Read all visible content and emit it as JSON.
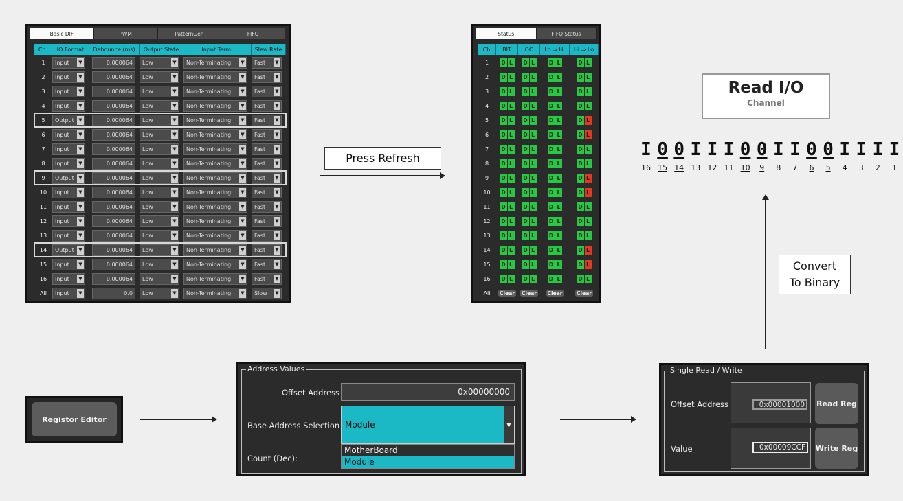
{
  "dif_panel": {
    "tabs": [
      "Basic DIF",
      "PWM",
      "PatternGen",
      "FIFO"
    ],
    "columns": [
      "Ch.",
      "IO Format",
      "Debounce (ms)",
      "Output State",
      "Input Term.",
      "Slew Rate"
    ],
    "rows": [
      {
        "ch": "1",
        "io": "Input",
        "debounce": "0.000064",
        "state": "Low",
        "term": "Non-Terminating",
        "slew": "Fast",
        "selected": false
      },
      {
        "ch": "2",
        "io": "Input",
        "debounce": "0.000064",
        "state": "Low",
        "term": "Non-Terminating",
        "slew": "Fast",
        "selected": false
      },
      {
        "ch": "3",
        "io": "Input",
        "debounce": "0.000064",
        "state": "Low",
        "term": "Non-Terminating",
        "slew": "Fast",
        "selected": false
      },
      {
        "ch": "4",
        "io": "Input",
        "debounce": "0.000064",
        "state": "Low",
        "term": "Non-Terminating",
        "slew": "Fast",
        "selected": false
      },
      {
        "ch": "5",
        "io": "Output",
        "debounce": "0.000064",
        "state": "Low",
        "term": "Non-Terminating",
        "slew": "Fast",
        "selected": true
      },
      {
        "ch": "6",
        "io": "Input",
        "debounce": "0.000064",
        "state": "Low",
        "term": "Non-Terminating",
        "slew": "Fast",
        "selected": false
      },
      {
        "ch": "7",
        "io": "Input",
        "debounce": "0.000064",
        "state": "Low",
        "term": "Non-Terminating",
        "slew": "Fast",
        "selected": false
      },
      {
        "ch": "8",
        "io": "Input",
        "debounce": "0.000064",
        "state": "Low",
        "term": "Non-Terminating",
        "slew": "Fast",
        "selected": false
      },
      {
        "ch": "9",
        "io": "Output",
        "debounce": "0.000064",
        "state": "Low",
        "term": "Non-Terminating",
        "slew": "Fast",
        "selected": true
      },
      {
        "ch": "10",
        "io": "Input",
        "debounce": "0.000064",
        "state": "Low",
        "term": "Non-Terminating",
        "slew": "Fast",
        "selected": false
      },
      {
        "ch": "11",
        "io": "Input",
        "debounce": "0.000064",
        "state": "Low",
        "term": "Non-Terminating",
        "slew": "Fast",
        "selected": false
      },
      {
        "ch": "12",
        "io": "Input",
        "debounce": "0.000064",
        "state": "Low",
        "term": "Non-Terminating",
        "slew": "Fast",
        "selected": false
      },
      {
        "ch": "13",
        "io": "Input",
        "debounce": "0.000064",
        "state": "Low",
        "term": "Non-Terminating",
        "slew": "Fast",
        "selected": false
      },
      {
        "ch": "14",
        "io": "Output",
        "debounce": "0.000064",
        "state": "Low",
        "term": "Non-Terminating",
        "slew": "Fast",
        "selected": true
      },
      {
        "ch": "15",
        "io": "Input",
        "debounce": "0.000064",
        "state": "Low",
        "term": "Non-Terminating",
        "slew": "Fast",
        "selected": false
      },
      {
        "ch": "16",
        "io": "Input",
        "debounce": "0.000064",
        "state": "Low",
        "term": "Non-Terminating",
        "slew": "Fast",
        "selected": false
      },
      {
        "ch": "All",
        "io": "Input",
        "debounce": "0.0",
        "state": "Low",
        "term": "Non-Terminating",
        "slew": "Slow",
        "selected": false
      }
    ],
    "dropdown_icon": "triangle-down-icon"
  },
  "status_panel": {
    "tabs": [
      "Status",
      "FIFO Status"
    ],
    "columns": [
      "Ch",
      "BIT",
      "OC",
      "Lo ⇒ Hi",
      "Hi ⇒ Lo"
    ],
    "indicator_letters": [
      "D",
      "L"
    ],
    "rows": [
      {
        "ch": "1",
        "hilo_red": false
      },
      {
        "ch": "2",
        "hilo_red": false
      },
      {
        "ch": "3",
        "hilo_red": false
      },
      {
        "ch": "4",
        "hilo_red": false
      },
      {
        "ch": "5",
        "hilo_red": true
      },
      {
        "ch": "6",
        "hilo_red": true
      },
      {
        "ch": "7",
        "hilo_red": false
      },
      {
        "ch": "8",
        "hilo_red": false
      },
      {
        "ch": "9",
        "hilo_red": true
      },
      {
        "ch": "10",
        "hilo_red": true
      },
      {
        "ch": "11",
        "hilo_red": false
      },
      {
        "ch": "12",
        "hilo_red": false
      },
      {
        "ch": "13",
        "hilo_red": false
      },
      {
        "ch": "14",
        "hilo_red": true
      },
      {
        "ch": "15",
        "hilo_red": true
      },
      {
        "ch": "16",
        "hilo_red": false
      }
    ],
    "footer": {
      "ch": "All",
      "clear_label": "Clear"
    },
    "colors": {
      "green": "#27c844",
      "red": "#e2391f",
      "header": "#1bb8c6"
    }
  },
  "press_refresh": "Press Refresh",
  "convert_to_binary": [
    "Convert",
    "To Binary"
  ],
  "read_io": {
    "title": "Read I/O",
    "subtitle": "Channel"
  },
  "binary": {
    "bits": [
      "I",
      "0",
      "0",
      "I",
      "I",
      "I",
      "0",
      "0",
      "I",
      "I",
      "0",
      "0",
      "I",
      "I",
      "I",
      "I"
    ],
    "labels": [
      "16",
      "15",
      "14",
      "13",
      "12",
      "11",
      "10",
      "9",
      "8",
      "7",
      "6",
      "5",
      "4",
      "3",
      "2",
      "1"
    ],
    "underlined": [
      false,
      true,
      true,
      false,
      false,
      false,
      true,
      true,
      false,
      false,
      true,
      true,
      false,
      false,
      false,
      false
    ]
  },
  "register_editor": {
    "label": "Registor Editor"
  },
  "address_values": {
    "group_title": "Address Values",
    "offset_label": "Offset Address",
    "offset_value": "0x00000000",
    "base_label": "Base Address Selection",
    "base_value": "Module",
    "options": [
      "MotherBoard",
      "Module"
    ],
    "count_label": "Count (Dec):"
  },
  "single_rw": {
    "group_title": "Single Read / Write",
    "offset_label": "Offset Address",
    "offset_value": "0x00001000",
    "value_label": "Value",
    "value_value": "0x00009CCF",
    "read_button": "Read Reg",
    "write_button": "Write Reg"
  }
}
